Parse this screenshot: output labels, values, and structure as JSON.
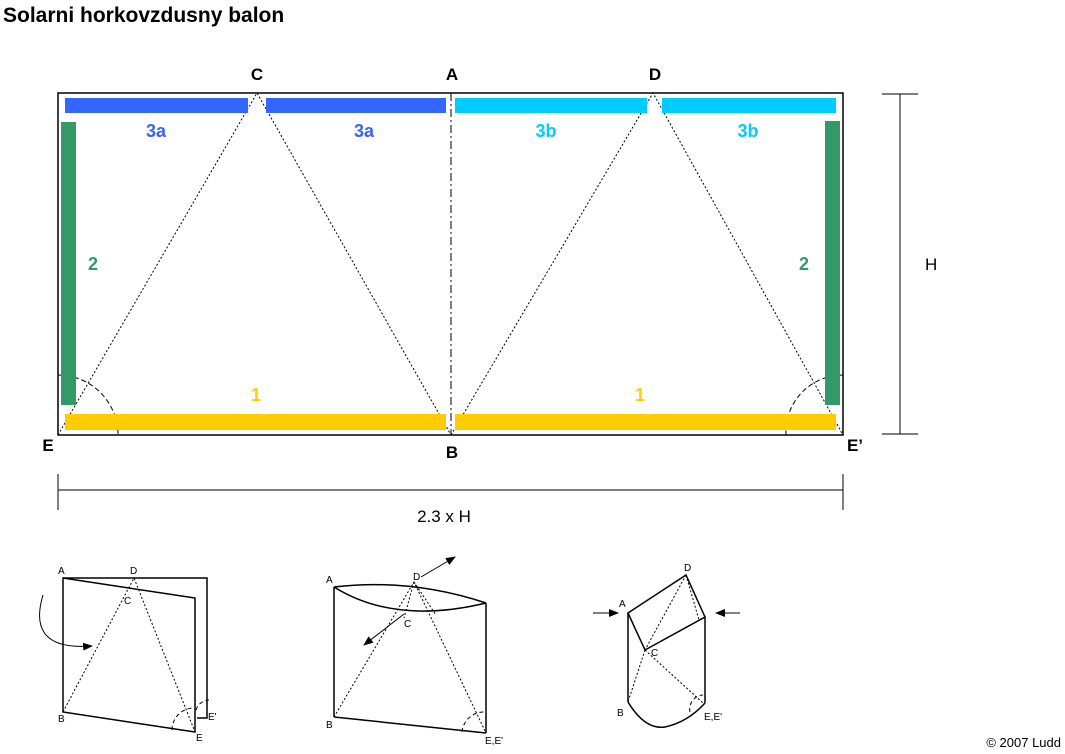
{
  "title": "Solarni horkovzdusny balon",
  "copyright": "© 2007 Ludd",
  "colors": {
    "strip_3a": "#3366ff",
    "strip_3b": "#00ccff",
    "strip_2": "#339966",
    "strip_1": "#ffcc00"
  },
  "points": {
    "A": "A",
    "B": "B",
    "C": "C",
    "D": "D",
    "E": "E",
    "E_prime": "E’"
  },
  "strips": {
    "label_3a": "3a",
    "label_3b": "3b",
    "label_2": "2",
    "label_1": "1"
  },
  "dimensions": {
    "height": "H",
    "width": "2.3 x H"
  },
  "steps": {
    "step1": {
      "A": "A",
      "D": "D",
      "C": "C",
      "B": "B",
      "E": "E",
      "E_prime": "E'"
    },
    "step2": {
      "A": "A",
      "D": "D",
      "C": "C",
      "B": "B",
      "EE": "E,E'"
    },
    "step3": {
      "A": "A",
      "D": "D",
      "C": "C",
      "B": "B",
      "EE": "E,E'"
    }
  }
}
